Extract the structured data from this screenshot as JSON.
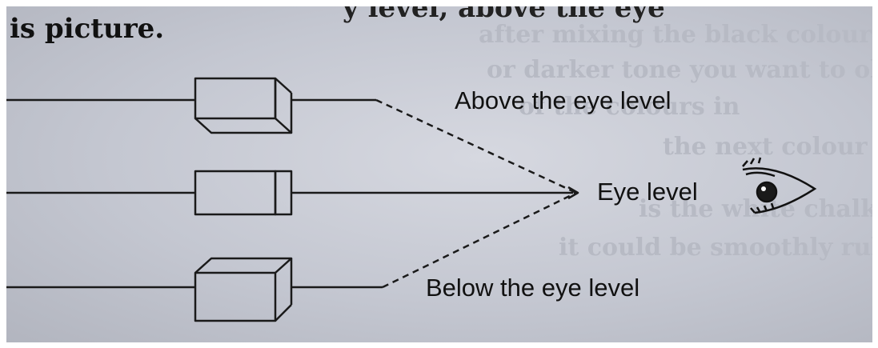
{
  "header": {
    "top_line": "is picture.",
    "top_cut": "y level, above the eye"
  },
  "bleed_through": [
    "after mixing the black colour",
    "or darker tone you want to obtain",
    "of the colours in",
    "the next colour",
    "is the white chalks of the",
    "it could be smoothly rubbed using fing"
  ],
  "diagram": {
    "labels": {
      "above": "Above the eye level",
      "eye": "Eye level",
      "below": "Below the eye level"
    },
    "icons": [
      "box-icon",
      "eye-icon"
    ]
  }
}
